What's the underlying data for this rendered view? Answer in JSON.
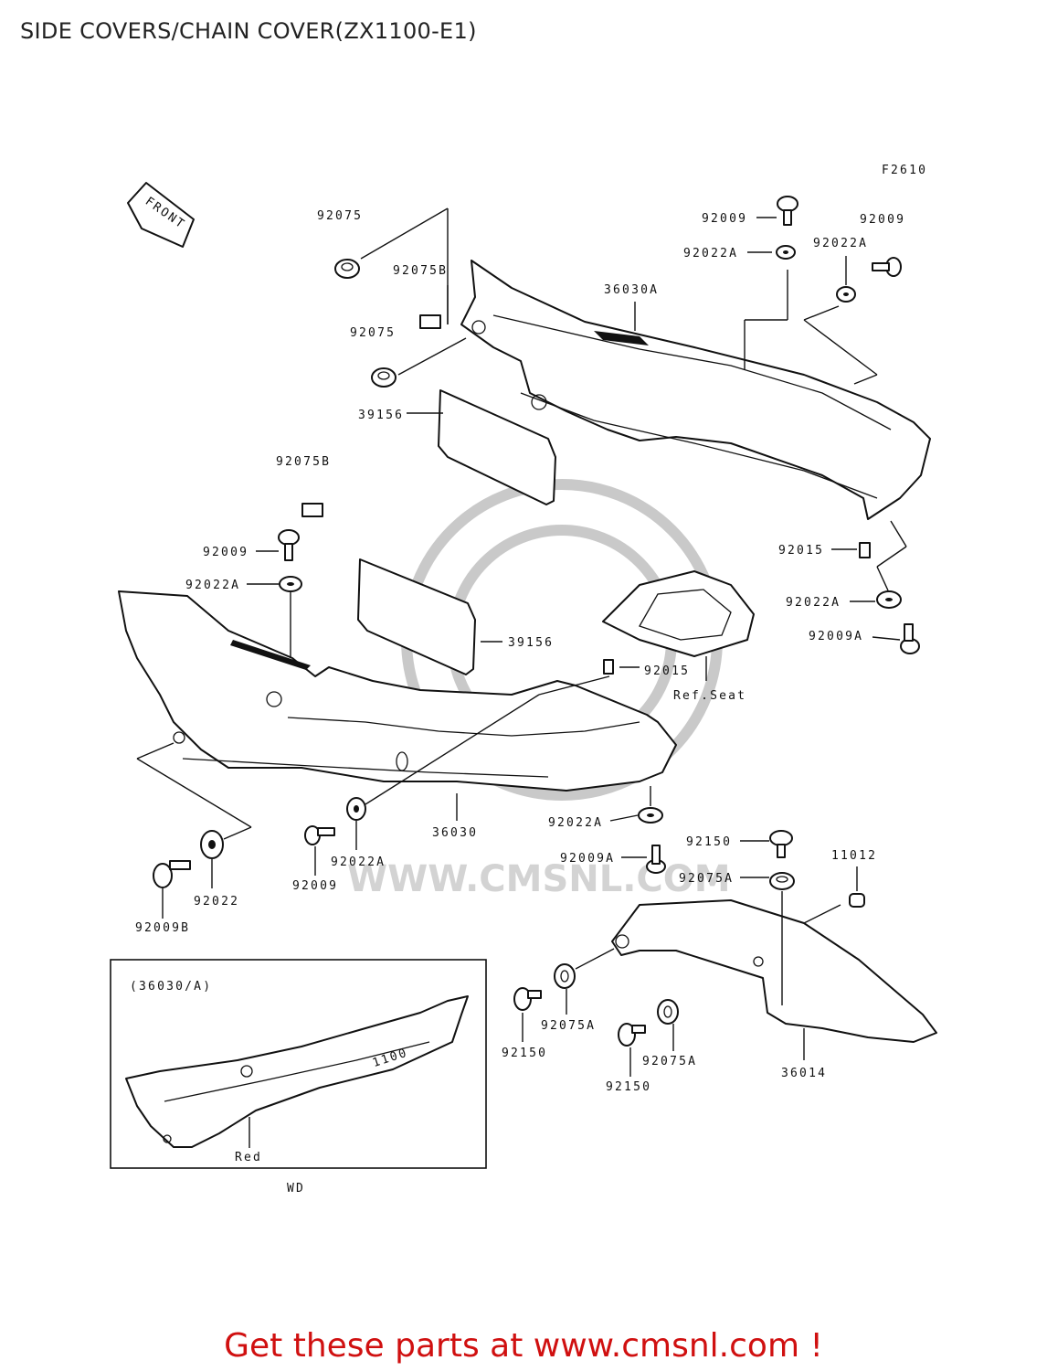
{
  "header": {
    "title": "SIDE COVERS/CHAIN COVER(ZX1100-E1)"
  },
  "figure_code": "F2610",
  "front_arrow": "FRONT",
  "labels": {
    "l92075_top": "92075",
    "l92075b_top": "92075B",
    "l92075_mid": "92075",
    "l36030a": "36030A",
    "l39156_top": "39156",
    "l92009_tr1": "92009",
    "l92009_tr2": "92009",
    "l92022a_tr1": "92022A",
    "l92022a_tr2": "92022A",
    "l92075b_left": "92075B",
    "l92009_left": "92009",
    "l92022a_left": "92022A",
    "l39156_mid": "39156",
    "l92015_mid": "92015",
    "l92015_right": "92015",
    "l92022a_right": "92022A",
    "l92009a_right": "92009A",
    "ref_seat": "Ref.Seat",
    "l36030": "36030",
    "l92009b": "92009B",
    "l92022": "92022",
    "l92009_bot": "92009",
    "l92022a_bot": "92022A",
    "l92022a_lower": "92022A",
    "l92150_top": "92150",
    "l92009a_bot": "92009A",
    "l92075a_top": "92075A",
    "l11012": "11012",
    "l92150_a": "92150",
    "l92075a_a": "92075A",
    "l92150_b": "92150",
    "l92075a_b": "92075A",
    "l36014": "36014"
  },
  "inset": {
    "title": "(36030/A)",
    "note": "Red",
    "badge": "1100"
  },
  "inset_caption": "WD",
  "watermark": "WWW.CMSNL.COM",
  "promo": "Get these parts at www.cmsnl.com !"
}
